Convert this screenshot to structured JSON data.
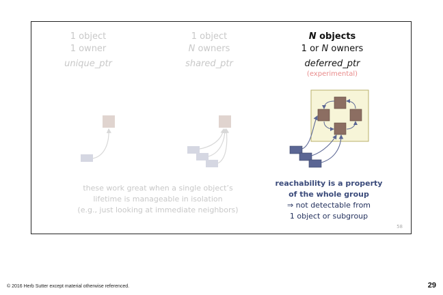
{
  "columns": [
    {
      "line1": "1 object",
      "line2": "1 owner",
      "ptr": "unique_ptr"
    },
    {
      "line1": "1 object",
      "line2_n": "N",
      "line2_rest": " owners",
      "ptr": "shared_ptr"
    },
    {
      "line1_n": "N",
      "line1_rest": " objects",
      "line2_a": "1 or ",
      "line2_n": "N",
      "line2_rest": " owners",
      "ptr": "deferred_ptr",
      "note": "(experimental)"
    }
  ],
  "caption_left": [
    "these work great when a single object’s",
    "lifetime is manageable in isolation",
    "(e.g., just looking at immediate neighbors)"
  ],
  "caption_right": {
    "bold_lines": [
      "reachability is a property",
      "of the whole group"
    ],
    "lines": [
      "⇒ not detectable from",
      "1 object or subgroup"
    ]
  },
  "slide_number": "58",
  "footer": "© 2016 Herb Sutter except material otherwise referenced.",
  "page_number": "29",
  "colors": {
    "faded_text": "#c8c8c8",
    "object_box": "#8c6e62",
    "faded_object_box": "#e0d4cf",
    "owner_box": "#5b6694",
    "faded_owner_box": "#d5d7e2",
    "group_bg": "#f7f5d8",
    "group_border": "#b8b06a",
    "arrow": "#5b6694",
    "experimental": "#e88a8a"
  }
}
